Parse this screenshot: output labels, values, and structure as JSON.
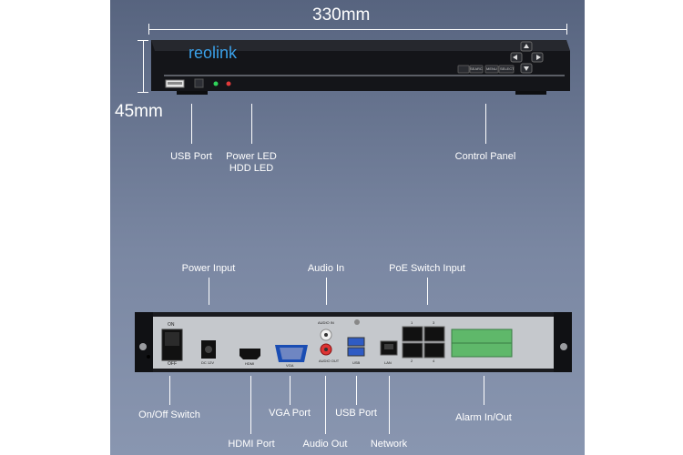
{
  "dimensions": {
    "width_label": "330mm",
    "height_label": "45mm"
  },
  "front": {
    "brand": "reolink",
    "labels": {
      "usb_port": "USB Port",
      "power_led": "Power LED",
      "hdd_led": "HDD LED",
      "control_panel": "Control Panel"
    },
    "buttons": [
      "SEARC",
      "MENU",
      "SELECT"
    ]
  },
  "rear": {
    "labels": {
      "power_input": "Power Input",
      "audio_in": "Audio In",
      "poe_switch_input": "PoE Switch Input",
      "on_off_switch": "On/Off Switch",
      "hdmi_port": "HDMI Port",
      "vga_port": "VGA Port",
      "audio_out": "Audio Out",
      "usb_port": "USB Port",
      "network": "Network",
      "alarm_in_out": "Alarm In/Out"
    },
    "silk": {
      "on": "ON",
      "off": "OFF",
      "dc": "DC 12V",
      "hdmi": "HDMI",
      "vga": "VGA",
      "audio_in": "AUDIO IN",
      "audio_out": "AUDIO OUT",
      "usb": "USB",
      "lan": "LAN",
      "p1": "1",
      "p2": "2",
      "p3": "3",
      "p4": "4"
    }
  },
  "colors": {
    "background": "#6c7995",
    "device": "#1a1b1f",
    "rear_plate": "#c5c8cc",
    "accent_led_green": "#2fd35a",
    "accent_led_red": "#e23a3a",
    "terminal": "#5fb86a"
  }
}
